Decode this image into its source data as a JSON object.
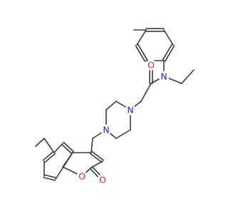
{
  "molecule": {
    "atoms": {
      "amide_oxygen": {
        "label": "O",
        "color": "#e0211d"
      },
      "amide_nitrogen": {
        "label": "N",
        "color": "#2020e0"
      },
      "piperazine_n1": {
        "label": "N",
        "color": "#2020e0"
      },
      "piperazine_n4": {
        "label": "N",
        "color": "#2020e0"
      },
      "ring_oxygen": {
        "label": "O",
        "color": "#e0211d"
      },
      "carbonyl_oxygen": {
        "label": "O",
        "color": "#e0211d"
      }
    },
    "bond_color": "#3a3a3a"
  }
}
